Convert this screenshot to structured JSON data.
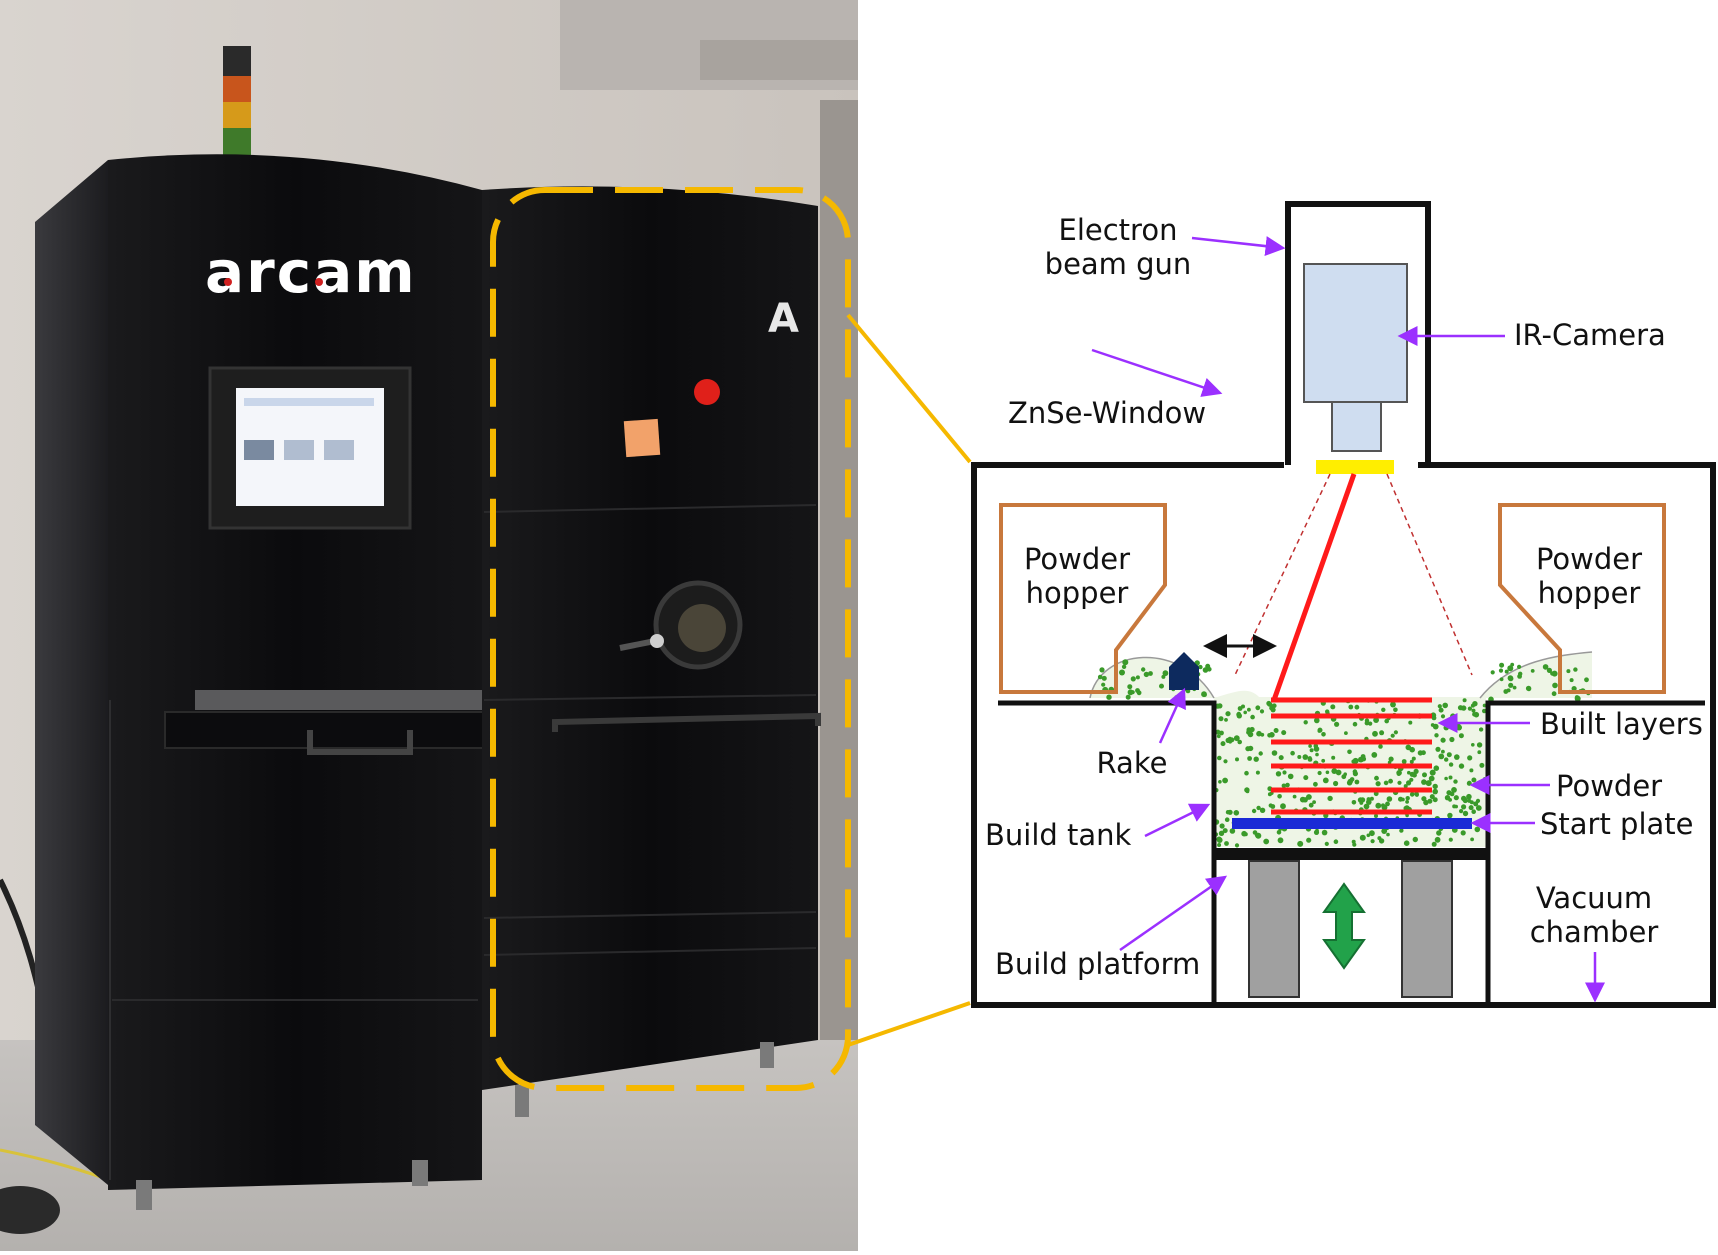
{
  "photo": {
    "machine_logo": "arcam",
    "door_badge": "A"
  },
  "labels": {
    "electron_beam_gun_line1": "Electron",
    "electron_beam_gun_line2": "beam gun",
    "ir_camera": "IR-Camera",
    "znse_window": "ZnSe-Window",
    "powder_hopper_left_line1": "Powder",
    "powder_hopper_left_line2": "hopper",
    "powder_hopper_right_line1": "Powder",
    "powder_hopper_right_line2": "hopper",
    "rake": "Rake",
    "built_layers": "Built layers",
    "powder": "Powder",
    "start_plate": "Start plate",
    "build_tank": "Build tank",
    "build_platform": "Build platform",
    "vacuum_chamber_line1": "Vacuum",
    "vacuum_chamber_line2": "chamber"
  },
  "colors": {
    "callout_arrow": "#9b30ff",
    "highlight_frame": "#f5b800",
    "beam": "#ff1a1a",
    "powder": "#3a9a2a",
    "start_plate": "#1a2ad6",
    "hopper": "#c8783c",
    "window": "#ffee00",
    "camera": "#cfddf0",
    "platform_arrow": "#22a24a",
    "rake": "#0d2a5e"
  }
}
